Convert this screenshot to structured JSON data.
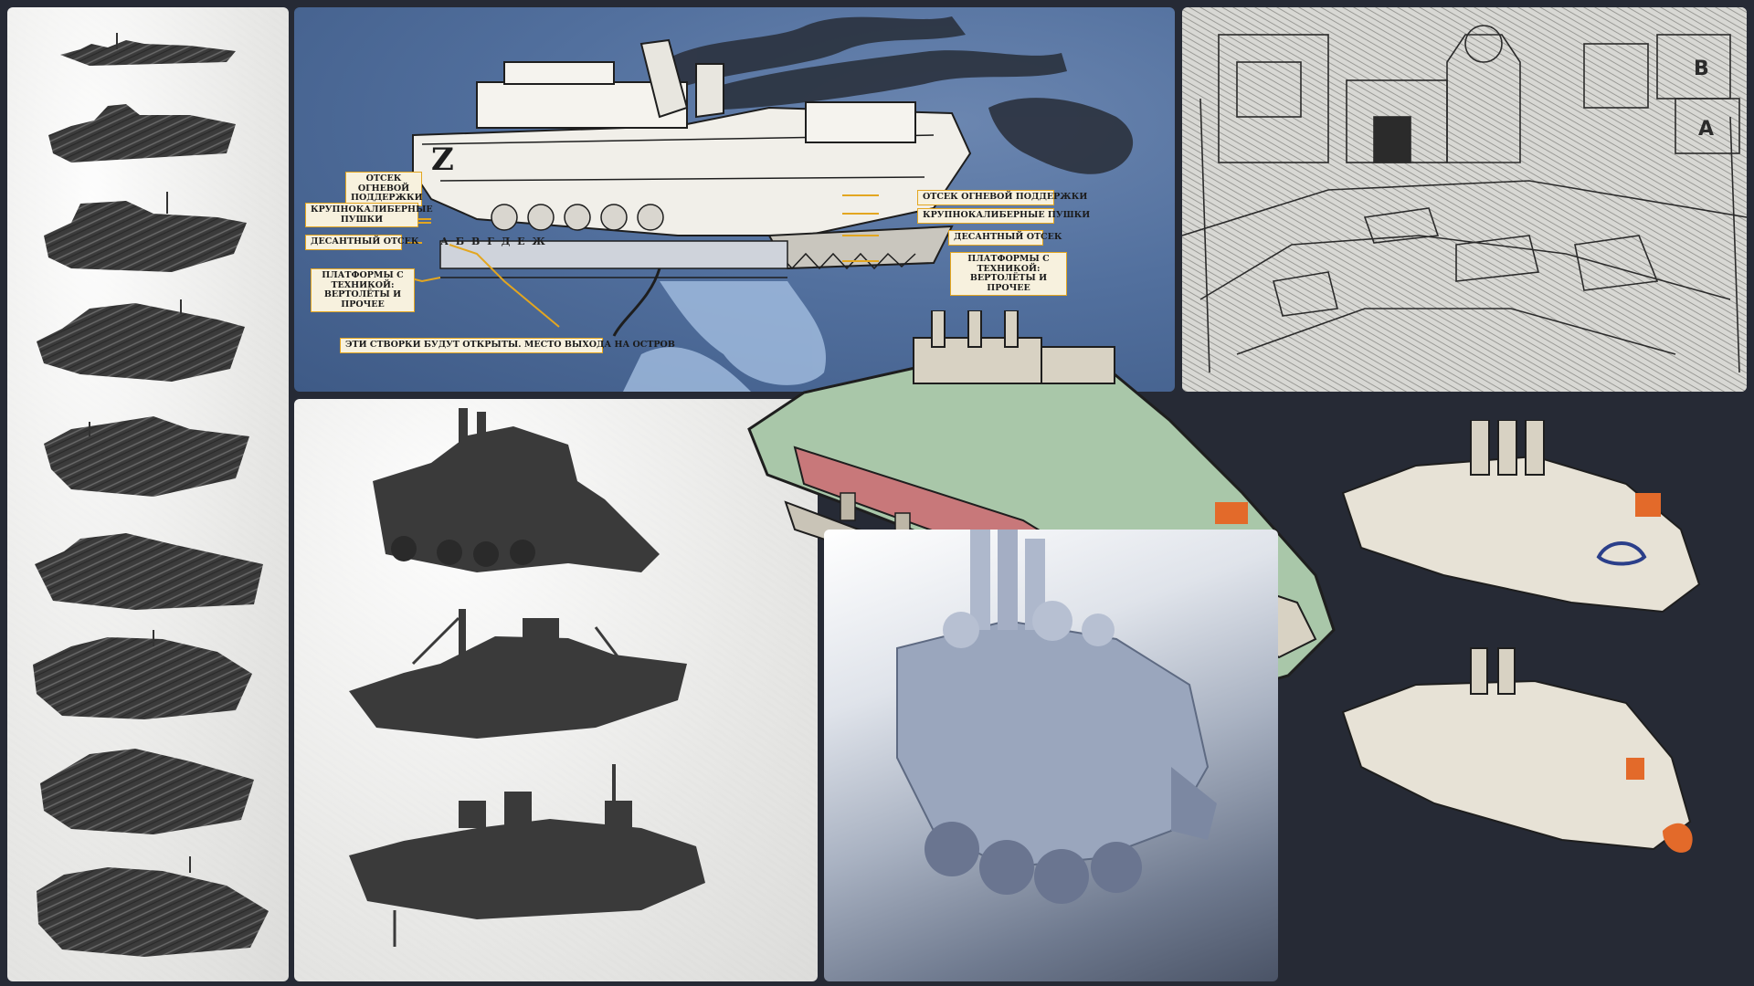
{
  "poster": {
    "left_labels": [
      "ОТСЕК ОГНЕВОЙ ПОДДЕРЖКИ",
      "КРУПНОКАЛИБЕРНЫЕ ПУШКИ",
      "ДЕСАНТНЫЙ ОТСЕК",
      "ПЛАТФОРМЫ С ТЕХНИКОЙ: ВЕРТОЛЁТЫ И ПРОЧЕЕ"
    ],
    "right_labels": [
      "ОТСЕК ОГНЕВОЙ ПОДДЕРЖКИ",
      "КРУПНОКАЛИБЕРНЫЕ ПУШКИ",
      "ДЕСАНТНЫЙ ОТСЕК",
      "ПЛАТФОРМЫ С ТЕХНИКОЙ: ВЕРТОЛЁТЫ И ПРОЧЕЕ"
    ],
    "bottom_label": "ЭТИ СТВОРКИ БУДУТ ОТКРЫТЫ. МЕСТО ВЫХОДА НА ОСТРОВ",
    "hull_letters": "А Б В Г Д Е Ж"
  },
  "sketch": {
    "crate_letters": [
      "B",
      "A"
    ]
  },
  "colors": {
    "background": "#262a35",
    "poster_blue": "#52709e",
    "label_border": "#e3a620",
    "label_fill": "#f7f1de",
    "hull_green": "#a9c7a9",
    "hull_red": "#c8787a",
    "accent_orange": "#e36a2a",
    "silhouette_dark": "#3a3a3a",
    "render_clay": "#9aa6bd"
  }
}
